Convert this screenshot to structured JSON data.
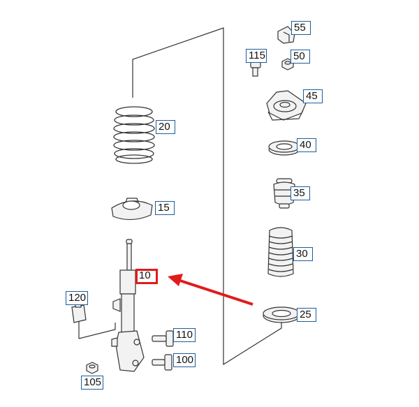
{
  "diagram": {
    "callouts": [
      {
        "id": "55",
        "label": "55"
      },
      {
        "id": "115",
        "label": "115"
      },
      {
        "id": "50",
        "label": "50"
      },
      {
        "id": "45",
        "label": "45"
      },
      {
        "id": "20",
        "label": "20"
      },
      {
        "id": "40",
        "label": "40"
      },
      {
        "id": "35",
        "label": "35"
      },
      {
        "id": "15",
        "label": "15"
      },
      {
        "id": "30",
        "label": "30"
      },
      {
        "id": "10",
        "label": "10",
        "highlighted": true
      },
      {
        "id": "25",
        "label": "25"
      },
      {
        "id": "120",
        "label": "120"
      },
      {
        "id": "110",
        "label": "110"
      },
      {
        "id": "100",
        "label": "100"
      },
      {
        "id": "105",
        "label": "105"
      }
    ],
    "colors": {
      "line": "#333333",
      "callout_border": "#1a5d9c",
      "highlight": "#e11b1b",
      "part_fill": "#f2f2f2"
    }
  }
}
